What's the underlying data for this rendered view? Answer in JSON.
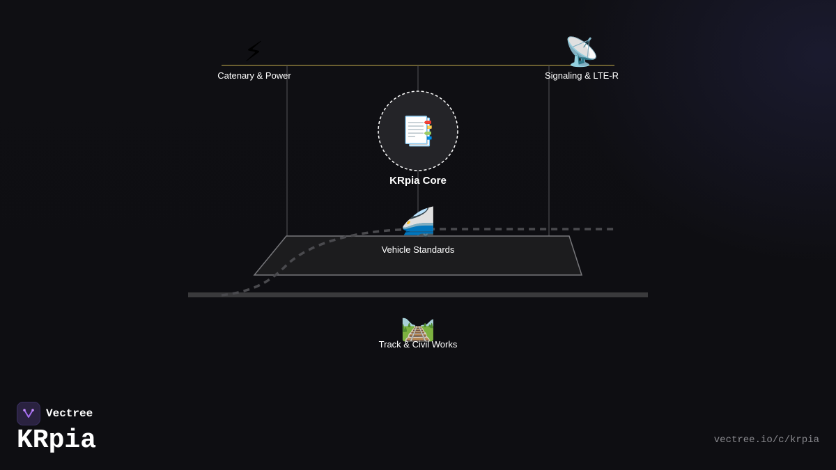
{
  "diagram": {
    "nodes": {
      "catenary": {
        "label": "Catenary & Power",
        "icon": "lightning-icon",
        "glyph": "⚡"
      },
      "signaling": {
        "label": "Signaling & LTE-R",
        "icon": "satellite-dish-icon",
        "glyph": "📡"
      },
      "core": {
        "label": "KRpia Core",
        "icon": "bookmark-tabs-icon",
        "glyph": "📑"
      },
      "vehicle": {
        "label": "Vehicle Standards",
        "icon": "high-speed-train-icon",
        "glyph": "🚄"
      },
      "track": {
        "label": "Track & Civil Works",
        "icon": "railway-track-icon",
        "glyph": "🛤️"
      }
    },
    "colors": {
      "catenary_wire": "#8a7a3a",
      "mast": "#555559",
      "platform_fill": "#1c1c1e",
      "platform_stroke": "#77777b",
      "rail": "#3a3a3c",
      "route": "#4a4a4e",
      "core_fill": "#242428",
      "core_stroke": "#ffffff"
    }
  },
  "footer": {
    "brand_name": "Vectree",
    "brand_icon": "vectree-logo-icon",
    "product_title": "KRpia",
    "url": "vectree.io/c/krpia"
  }
}
